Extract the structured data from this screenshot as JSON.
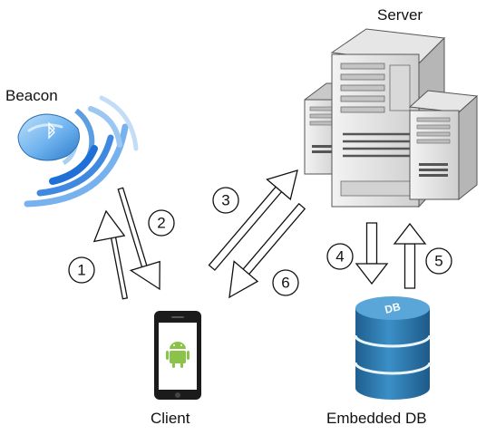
{
  "labels": {
    "beacon": "Beacon",
    "server": "Server",
    "client": "Client",
    "embedded_db": "Embedded DB",
    "db_badge": "DB"
  },
  "steps": [
    "1",
    "2",
    "3",
    "4",
    "5",
    "6"
  ],
  "icons": {
    "beacon": "bluetooth-beacon-icon",
    "server": "server-tower-icon",
    "client": "android-smartphone-icon",
    "database": "database-cylinder-icon"
  },
  "colors": {
    "signal": "#1e6fd6",
    "db": "#2f7fb5",
    "android": "#8bc34a"
  }
}
